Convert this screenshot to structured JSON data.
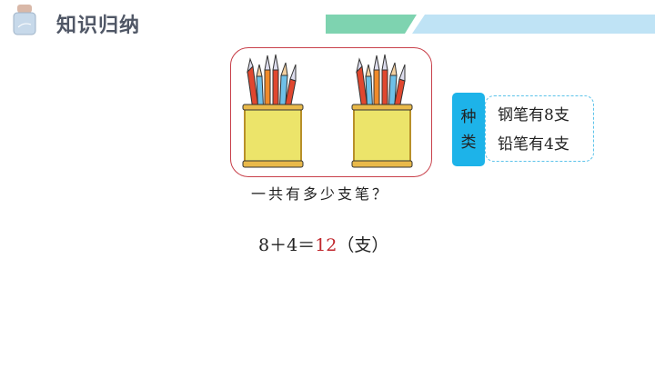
{
  "header": {
    "title": "知识归纳"
  },
  "colors": {
    "accent_green": "#7ed3b0",
    "accent_blue": "#bfe3f5",
    "frame_red": "#c8404a",
    "label_blue": "#1db3e9",
    "answer_red": "#c0262c"
  },
  "category": {
    "label_chars": [
      "种",
      "类"
    ],
    "lines": [
      "钢笔有8支",
      "铅笔有4支"
    ]
  },
  "question": "一共有多少支笔？",
  "equation": {
    "expr": "8＋4＝",
    "result": "12",
    "unit": "（支）"
  }
}
